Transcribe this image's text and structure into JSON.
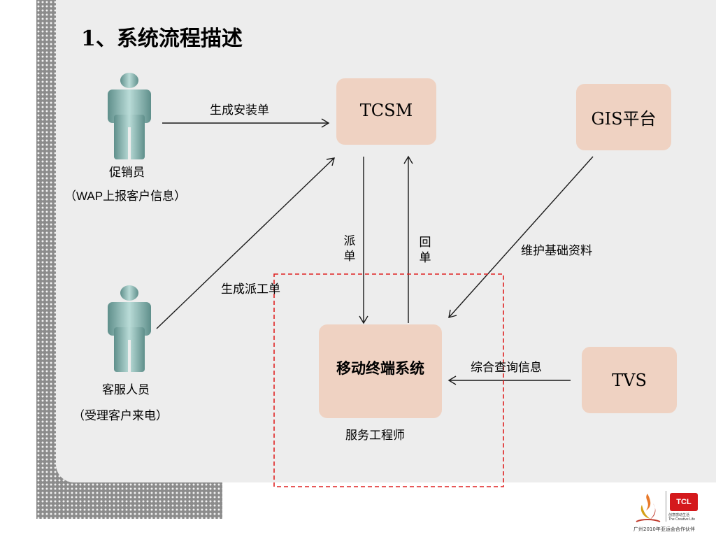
{
  "slide": {
    "title": "1、系统流程描述"
  },
  "actors": {
    "promoter": {
      "label": "促销员",
      "sublabel": "（WAP上报客户信息）"
    },
    "service": {
      "label": "客服人员",
      "sublabel": "（受理客户来电）"
    }
  },
  "nodes": {
    "tcsm": "TCSM",
    "gis": "GIS平台",
    "mobile": "移动终端系统",
    "mobile_caption": "服务工程师",
    "tvs": "TVS"
  },
  "edges": {
    "create_install": "生成安装单",
    "create_dispatch": "生成派工单",
    "dispatch_1": "派",
    "dispatch_2": "单",
    "return_1": "回",
    "return_2": "单",
    "maintain": "维护基础资料",
    "query": "综合查询信息"
  },
  "colors": {
    "node_fill": "#efd2c2",
    "person_fill": "#8fb8b4",
    "highlight_border": "#e02020"
  },
  "logo": {
    "brand": "TCL",
    "slogan_cn": "创意感动生活",
    "slogan_en": "The Creative Life",
    "footer": "广州2010年亚运会合作伙伴"
  }
}
